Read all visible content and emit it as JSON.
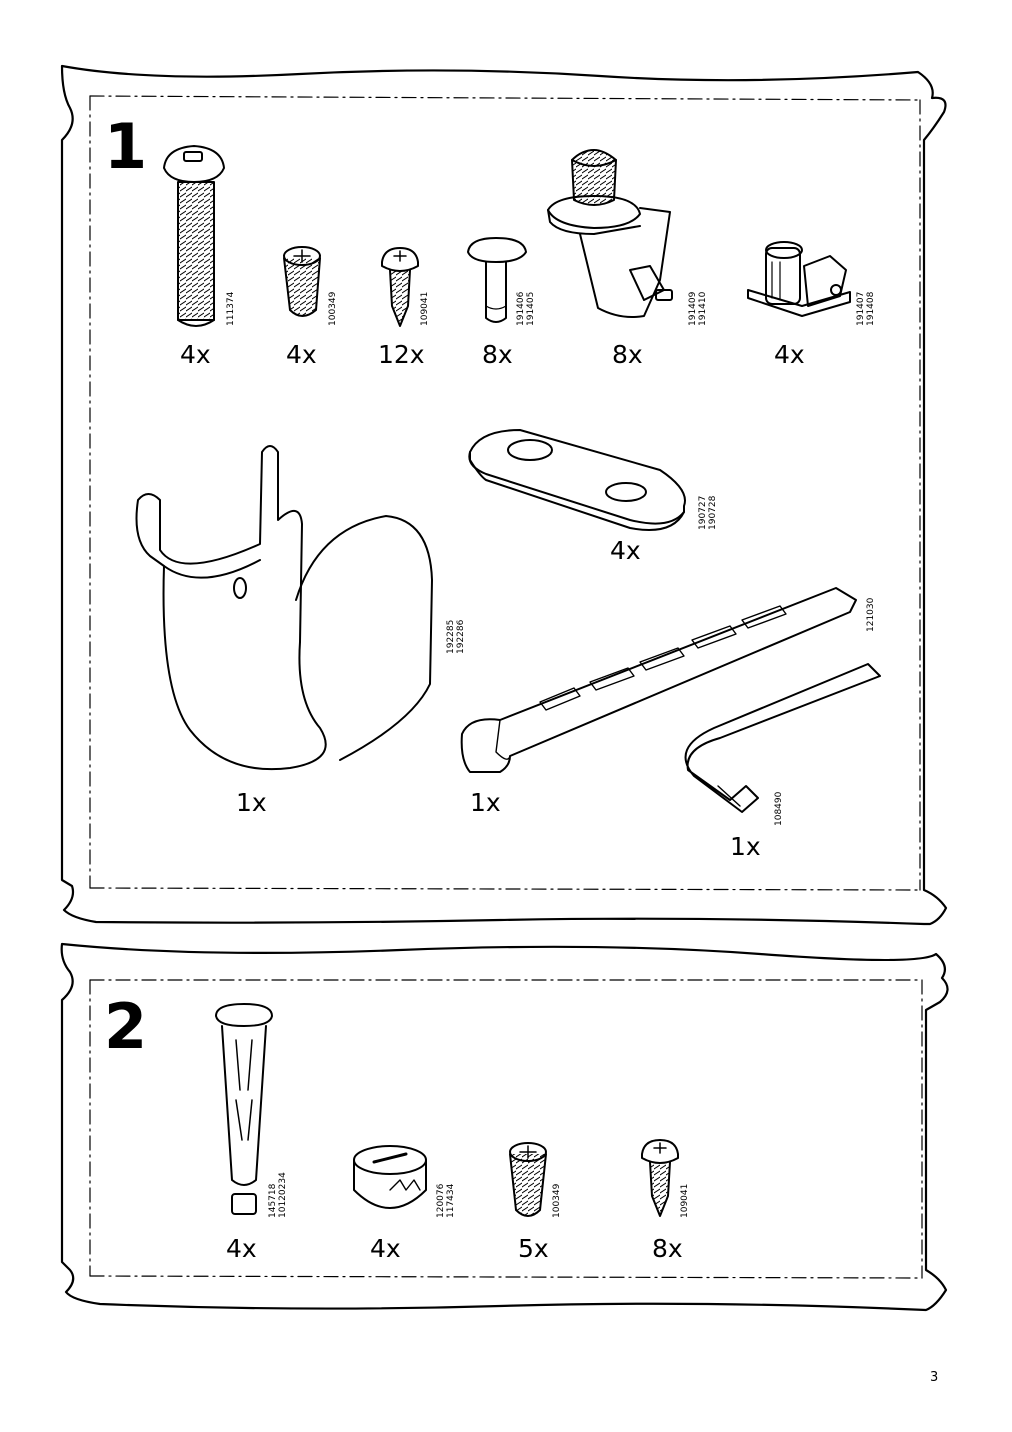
{
  "page_number": "3",
  "bag1": {
    "step": "1",
    "items": [
      {
        "name": "screw-long",
        "qty": "4x",
        "code": "111374"
      },
      {
        "name": "screw-short",
        "qty": "4x",
        "code": "100349"
      },
      {
        "name": "screw-wood",
        "qty": "12x",
        "code": "109041"
      },
      {
        "name": "pin",
        "qty": "8x",
        "code": "191406\n191405"
      },
      {
        "name": "caster-bracket",
        "qty": "8x",
        "code": "191409\n191410"
      },
      {
        "name": "foot",
        "qty": "4x",
        "code": "191407\n191408"
      },
      {
        "name": "hook",
        "qty": "1x",
        "code": "192285\n192286"
      },
      {
        "name": "plate",
        "qty": "4x",
        "code": "190727\n190728"
      },
      {
        "name": "rail",
        "qty": "1x",
        "code": "121030"
      },
      {
        "name": "allen-key",
        "qty": "1x",
        "code": "108490"
      }
    ]
  },
  "bag2": {
    "step": "2",
    "items": [
      {
        "name": "dowel",
        "qty": "4x",
        "code": "145718\n10120234"
      },
      {
        "name": "cam-lock",
        "qty": "4x",
        "code": "120076\n117434"
      },
      {
        "name": "screw-short",
        "qty": "5x",
        "code": "100349"
      },
      {
        "name": "screw-wood",
        "qty": "8x",
        "code": "109041"
      }
    ]
  }
}
